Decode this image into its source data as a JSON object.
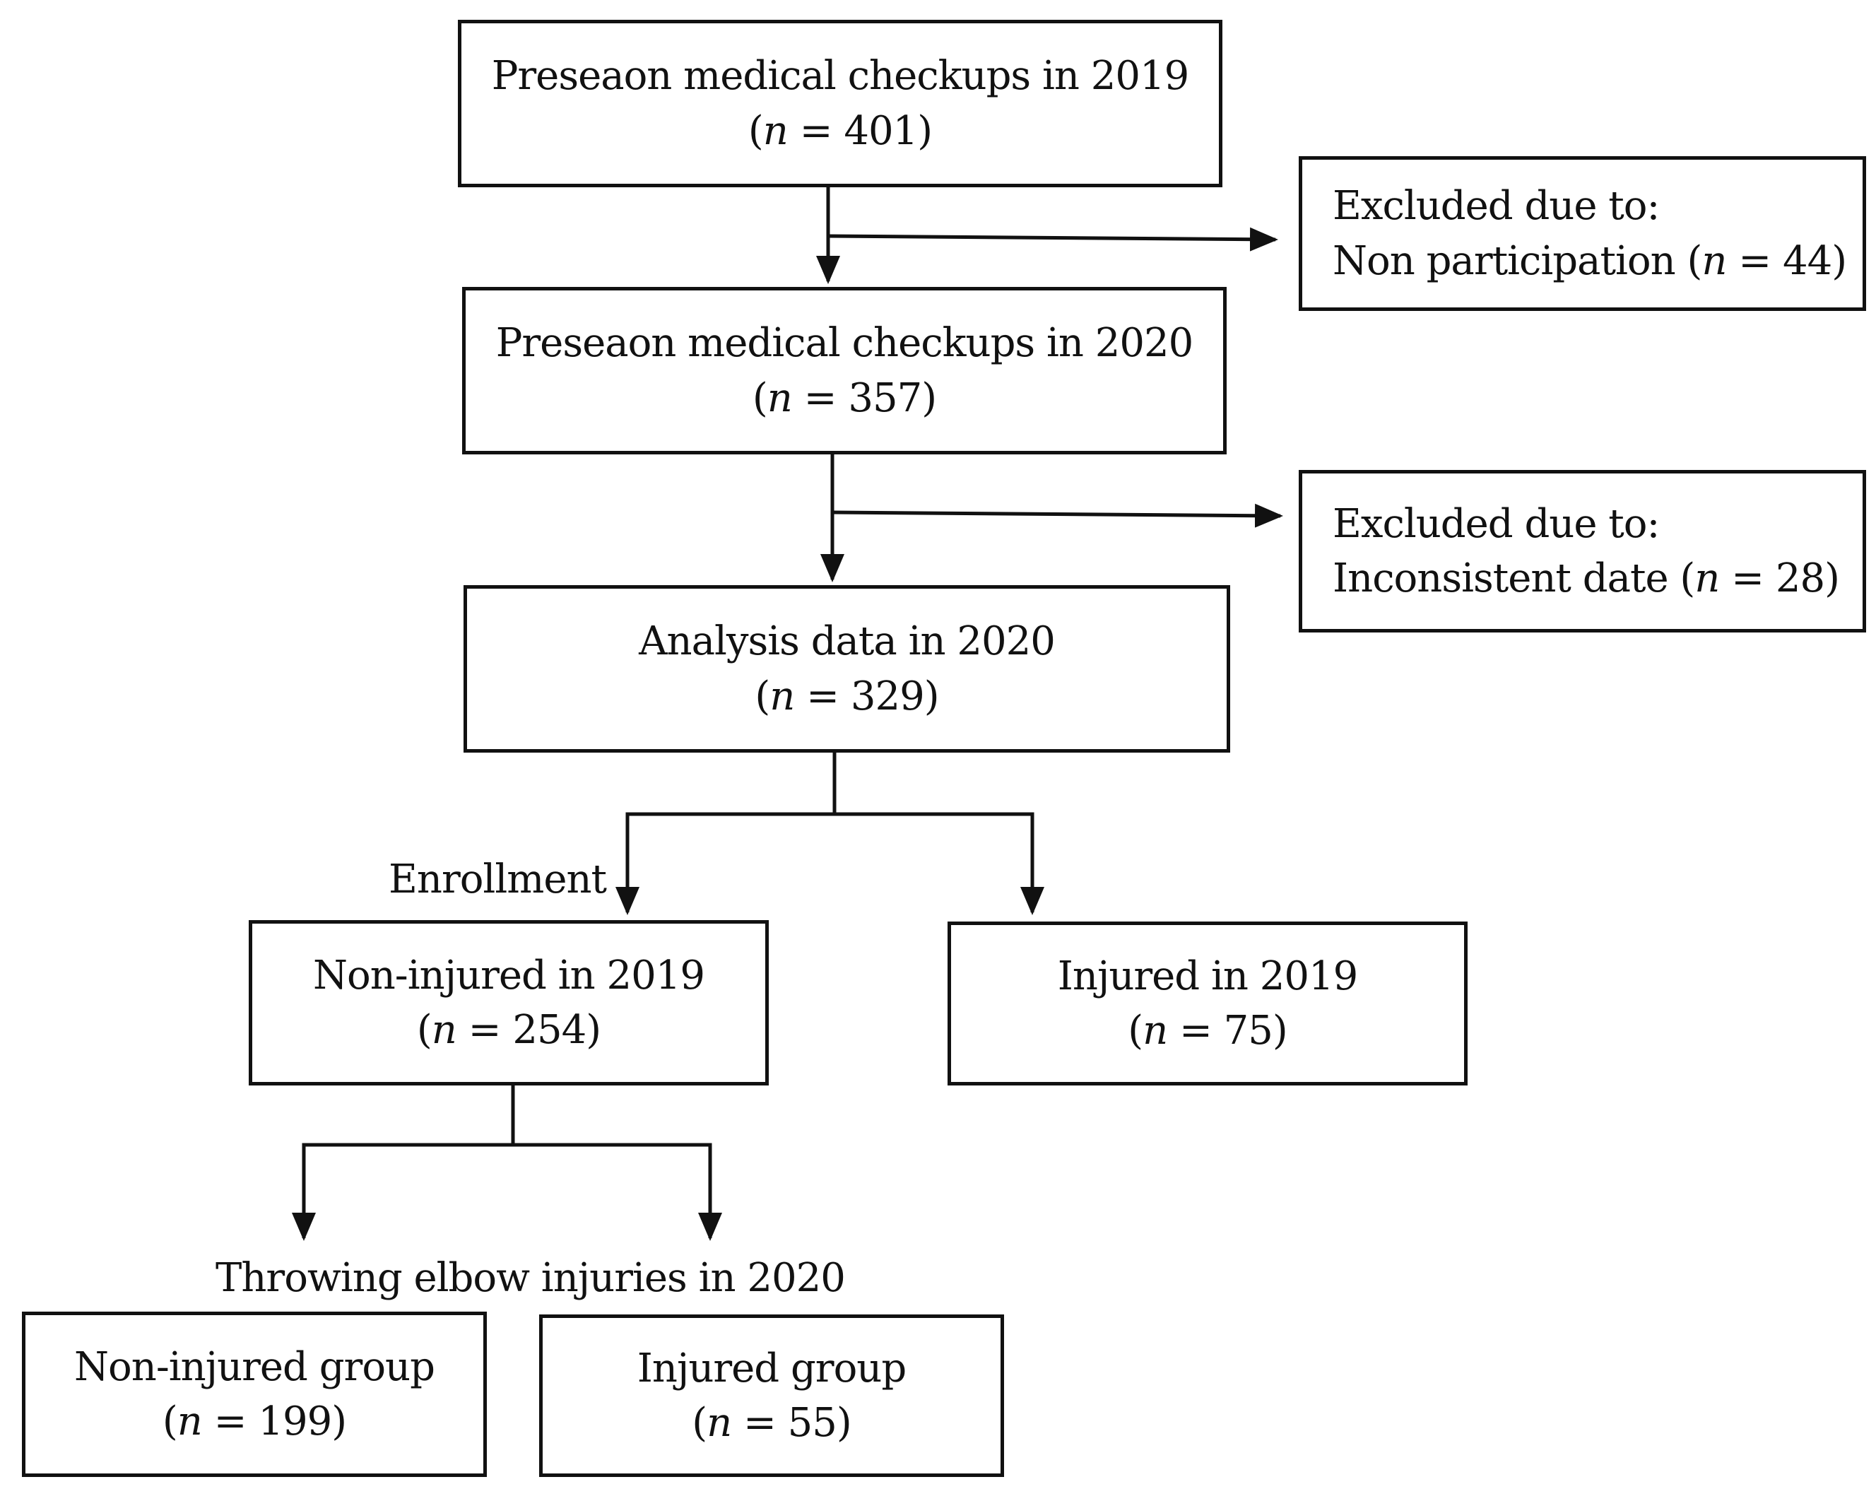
{
  "boxes": {
    "checkup_2019": {
      "title": "Preseaon medical checkups in 2019",
      "n_prefix": "(",
      "n_symbol": "n",
      "n_value": " = 401)"
    },
    "exclusion_1": {
      "heading": "Excluded  due to:",
      "reason": "Non participation (",
      "n_symbol": "n",
      "n_value": " = 44)"
    },
    "checkup_2020": {
      "title": "Preseaon medical checkups in 2020",
      "n_prefix": "(",
      "n_symbol": "n",
      "n_value": " = 357)"
    },
    "exclusion_2": {
      "heading": "Excluded  due to:",
      "reason": "Inconsistent date (",
      "n_symbol": "n",
      "n_value": " = 28)"
    },
    "analysis_2020": {
      "title": "Analysis data in 2020",
      "n_prefix": "(",
      "n_symbol": "n",
      "n_value": " = 329)"
    },
    "non_injured_2019": {
      "title": "Non-injured in 2019",
      "n_prefix": "(",
      "n_symbol": "n",
      "n_value": " = 254)"
    },
    "injured_2019": {
      "title": "Injured in 2019",
      "n_prefix": "(",
      "n_symbol": "n",
      "n_value": " = 75)"
    },
    "non_injured_group": {
      "title": "Non-injured group",
      "n_prefix": "(",
      "n_symbol": "n",
      "n_value": " = 199)"
    },
    "injured_group": {
      "title": "Injured group",
      "n_prefix": "(",
      "n_symbol": "n",
      "n_value": " = 55)"
    }
  },
  "labels": {
    "enrollment": "Enrollment",
    "throwing_elbow": "Throwing elbow injuries in 2020"
  },
  "colors": {
    "stroke": "#111111",
    "background": "#ffffff"
  }
}
